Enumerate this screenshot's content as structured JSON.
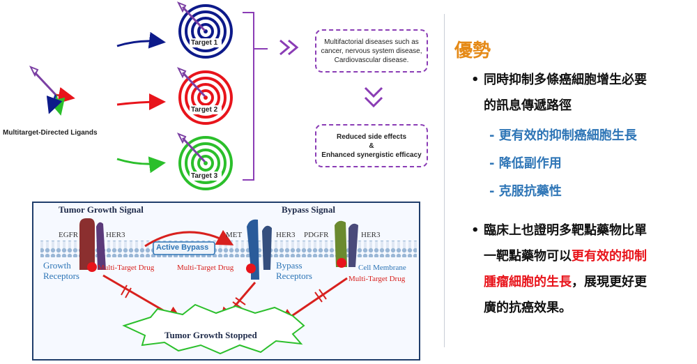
{
  "left": {
    "ligand_label": "Multitarget-Directed Ligands",
    "targets": [
      "Target 1",
      "Target 2",
      "Target 3"
    ],
    "box1_lines": [
      "Multifactorial diseases such as",
      "cancer, nervous system disease,",
      "Cardiovascular disease."
    ],
    "box2_lines": [
      "Reduced side effects",
      "&",
      "Enhanced synergistic efficacy"
    ]
  },
  "pathway": {
    "tumor_signal": "Tumor Growth Signal",
    "bypass_signal": "Bypass Signal",
    "egfr": "EGFR",
    "her3_a": "HER3",
    "met": "MET",
    "her3_b": "HER3",
    "pdgfr": "PDGFR",
    "her3_c": "HER3",
    "active_bypass": "Active Bypass",
    "growth_receptors": [
      "Growth",
      "Receptors"
    ],
    "bypass_receptors": [
      "Bypass",
      "Receptors"
    ],
    "drug_a": "Multi-Target Drug",
    "drug_b": "Multi-Target Drug",
    "drug_c": "Multi-Target Drug",
    "cell_membrane": "Cell Membrane",
    "stopped": "Tumor Growth Stopped"
  },
  "right": {
    "title": "優勢",
    "bullet1_lines": [
      "同時抑制多條癌細胞增生必要",
      "的訊息傳遞路徑"
    ],
    "subitems": [
      "- 更有效的抑制癌細胞生長",
      "- 降低副作用",
      "- 克服抗藥性"
    ],
    "bullet2_line1": "臨床上也證明多靶點藥物比單",
    "bullet2_line2_a": "一靶點藥物可以",
    "bullet2_line2_b": "更有效的抑制",
    "bullet2_line3_a": "腫瘤細胞的生長",
    "bullet2_line3_b": "，展現更好更",
    "bullet2_line4": "廣的抗癌效果。",
    "bullet_char": "•"
  },
  "colors": {
    "target1": "#0d1a8a",
    "target2": "#e8141b",
    "target3": "#2bbf2b",
    "box_border": "#8a3cb5",
    "accent_title": "#e58a17",
    "sub_blue": "#2e75b6",
    "highlight_red": "#e8141b"
  }
}
